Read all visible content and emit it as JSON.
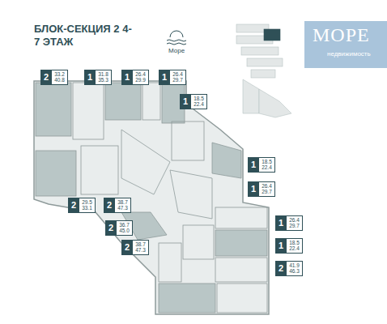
{
  "diagram": {
    "title": "БЛОК-СЕКЦИЯ 2 4-7 ЭТАЖ",
    "nodes": [
      {
        "text": [
          "2",
          "33.2",
          "40.8"
        ]
      },
      {
        "text": [
          "1",
          "31.8",
          "35.3"
        ]
      },
      {
        "text": [
          "1",
          "26.4",
          "29.9"
        ]
      },
      {
        "text": [
          "1",
          "26.4",
          "29.7"
        ]
      },
      {
        "text": [
          "1",
          "18.5",
          "22.4"
        ]
      },
      {
        "text": [
          "1",
          "18.5",
          "22.4"
        ]
      },
      {
        "text": [
          "1",
          "26.4",
          "29.7"
        ]
      },
      {
        "text": [
          "2",
          "29.5",
          "33.1"
        ]
      },
      {
        "text": [
          "2",
          "38.7",
          "47.3"
        ]
      },
      {
        "text": [
          "2",
          "36.7",
          "45.0"
        ]
      },
      {
        "text": [
          "2",
          "38.7",
          "47.3"
        ]
      },
      {
        "text": [
          "1",
          "26.4",
          "29.7"
        ]
      },
      {
        "text": [
          "1",
          "18.5",
          "22.4"
        ]
      },
      {
        "text": [
          "2",
          "41.9",
          "46.3"
        ]
      }
    ],
    "labels": [
      "Море",
      "МОРЕ",
      "недвижимость"
    ]
  }
}
